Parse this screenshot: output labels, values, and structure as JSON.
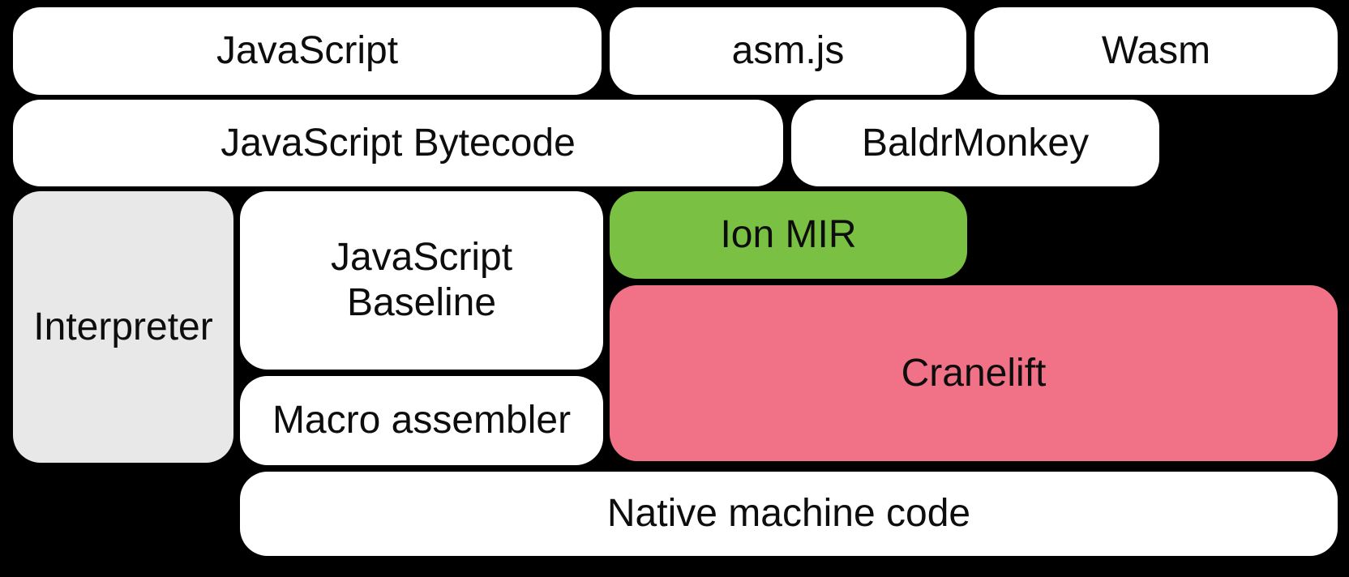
{
  "diagram": {
    "colors": {
      "background": "#000000",
      "default_box": "#ffffff",
      "interpreter_box": "#e8e8e8",
      "ion_mir_box": "#7ac143",
      "cranelift_box": "#f17287",
      "text": "#0d0d0d"
    },
    "nodes": {
      "javascript": {
        "label": "JavaScript"
      },
      "asmjs": {
        "label": "asm.js"
      },
      "wasm": {
        "label": "Wasm"
      },
      "bytecode": {
        "label": "JavaScript Bytecode"
      },
      "baldrmonkey": {
        "label": "BaldrMonkey"
      },
      "interpreter": {
        "label": "Interpreter"
      },
      "baseline": {
        "label": "JavaScript Baseline",
        "lines": [
          "JavaScript",
          "Baseline"
        ]
      },
      "ion_mir": {
        "label": "Ion MIR"
      },
      "cranelift": {
        "label": "Cranelift"
      },
      "macro_assembler": {
        "label": "Macro assembler"
      },
      "native": {
        "label": "Native machine code"
      }
    }
  }
}
